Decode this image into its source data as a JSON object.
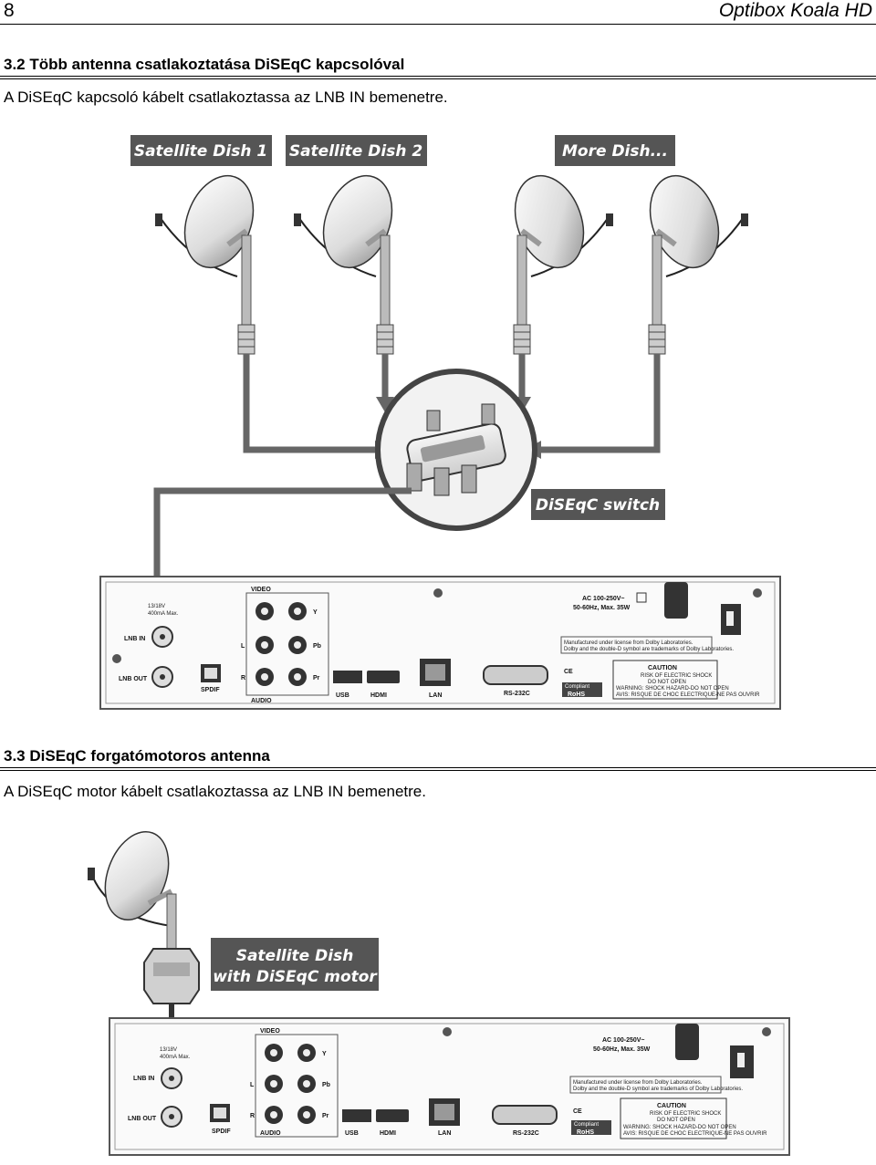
{
  "header": {
    "page_number": "8",
    "product": "Optibox Koala HD"
  },
  "section1": {
    "heading": "3.2 Több antenna csatlakoztatása DiSEqC kapcsolóval",
    "text": "A DiSEqC kapcsoló kábelt csatlakoztassa az LNB IN bemenetre.",
    "labels": {
      "dish1": "Satellite Dish 1",
      "dish2": "Satellite Dish 2",
      "more": "More Dish...",
      "switch": "DiSEqC switch"
    }
  },
  "section2": {
    "heading": "3.3 DiSEqC forgatómotoros antenna",
    "text": "A DiSEqC motor kábelt csatlakoztassa az LNB IN bemenetre.",
    "labels": {
      "dish_line1": "Satellite Dish",
      "dish_line2": "with DiSEqC motor"
    }
  },
  "receiver": {
    "lnb_in": "LNB IN",
    "lnb_out": "LNB OUT",
    "lnb_spec_1": "13/18V",
    "lnb_spec_2": "400mA Max.",
    "spdif": "SPDIF",
    "video": "VIDEO",
    "audio": "AUDIO",
    "y": "Y",
    "pb": "Pb",
    "pr": "Pr",
    "l": "L",
    "r": "R",
    "usb": "USB",
    "hdmi": "HDMI",
    "lan": "LAN",
    "rs232": "RS-232C",
    "ac_1": "AC 100-250V~",
    "ac_2": "50-60Hz, Max. 35W",
    "dolby_1": "Manufactured under license from Dolby Laboratories.",
    "dolby_2": "Dolby and the double-D symbol are trademarks of Dolby Laboratories.",
    "caution": "CAUTION",
    "caution_sub_1": "RISK OF ELECTRIC SHOCK",
    "caution_sub_2": "DO NOT OPEN",
    "warning": "WARNING: SHOCK HAZARD-DO NOT OPEN",
    "avis": "AVIS: RISQUE DE CHOC ELECTRIQUE-NE PAS OUVRIR",
    "compliant": "Compliant",
    "rohs": "RoHS",
    "ce": "CE"
  }
}
